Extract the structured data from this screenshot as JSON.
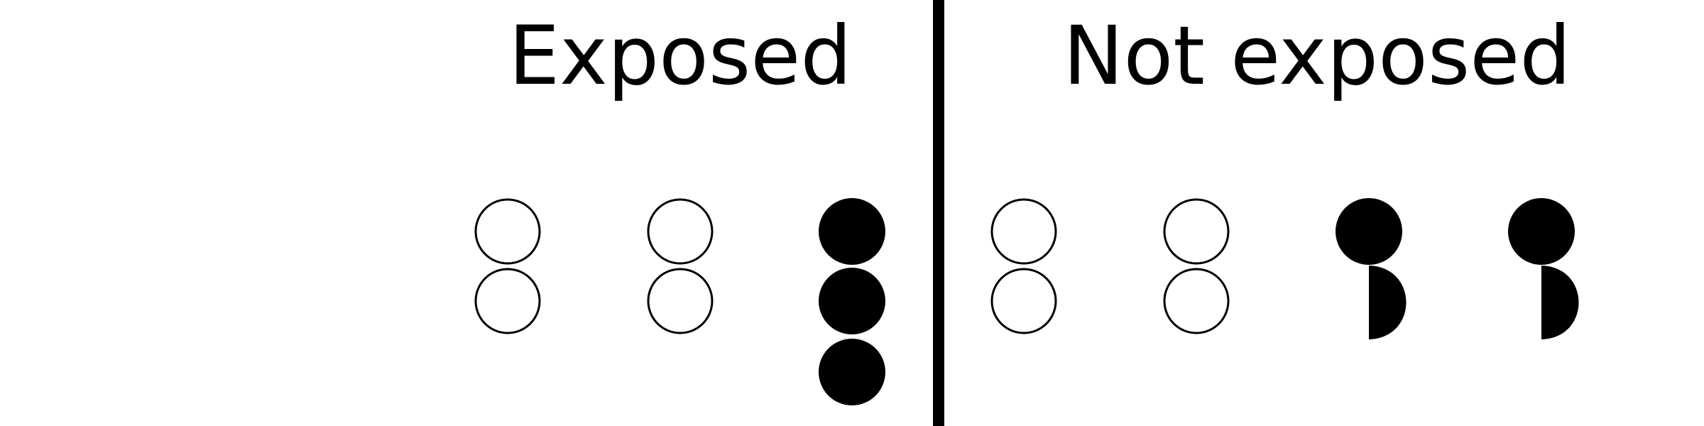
{
  "headings": {
    "left": "Exposed",
    "right": "Not exposed"
  },
  "colors": {
    "stroke": "#000000",
    "fill_dark": "#000000",
    "fill_light": "#ffffff",
    "background": "#ffffff"
  },
  "groups": {
    "exposed": [
      {
        "name": "pair-1",
        "symbols": [
          "open-circle",
          "open-circle"
        ]
      },
      {
        "name": "pair-2",
        "symbols": [
          "open-circle",
          "open-circle"
        ]
      },
      {
        "name": "stack-3",
        "symbols": [
          "filled-circle",
          "filled-circle",
          "filled-circle"
        ]
      }
    ],
    "not_exposed": [
      {
        "name": "pair-1",
        "symbols": [
          "open-circle",
          "open-circle"
        ]
      },
      {
        "name": "pair-2",
        "symbols": [
          "open-circle",
          "open-circle"
        ]
      },
      {
        "name": "circle-with-half-disk-1",
        "symbols": [
          "filled-circle",
          "half-disk"
        ]
      },
      {
        "name": "circle-with-half-disk-2",
        "symbols": [
          "filled-circle",
          "half-disk"
        ]
      }
    ]
  }
}
